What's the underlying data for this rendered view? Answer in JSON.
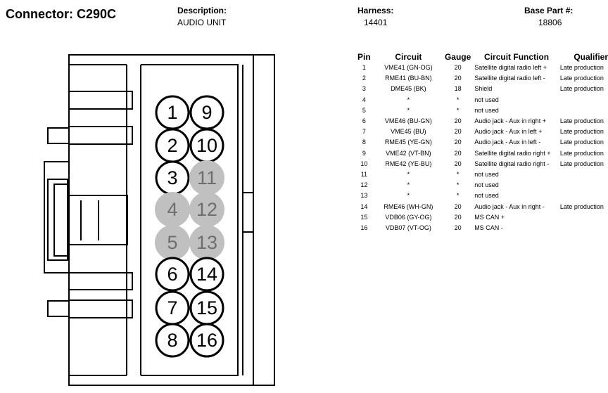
{
  "header": {
    "title": "Connector: C290C",
    "description_label": "Description:",
    "description_value": "AUDIO UNIT",
    "harness_label": "Harness:",
    "harness_value": "14401",
    "base_part_label": "Base Part #:",
    "base_part_value": "18806"
  },
  "table": {
    "columns": [
      "Pin",
      "Circuit",
      "Gauge",
      "Circuit Function",
      "Qualifier"
    ],
    "rows": [
      {
        "pin": "1",
        "circuit": "VME41 (GN-OG)",
        "gauge": "20",
        "function": "Satellite digital radio left +",
        "qualifier": "Late production"
      },
      {
        "pin": "2",
        "circuit": "RME41 (BU-BN)",
        "gauge": "20",
        "function": "Satellite digital radio left -",
        "qualifier": "Late production"
      },
      {
        "pin": "3",
        "circuit": "DME45 (BK)",
        "gauge": "18",
        "function": "Shield",
        "qualifier": "Late production"
      },
      {
        "pin": "4",
        "circuit": "*",
        "gauge": "*",
        "function": "not used",
        "qualifier": ""
      },
      {
        "pin": "5",
        "circuit": "*",
        "gauge": "*",
        "function": "not used",
        "qualifier": ""
      },
      {
        "pin": "6",
        "circuit": "VME46 (BU-GN)",
        "gauge": "20",
        "function": "Audio jack - Aux in right +",
        "qualifier": "Late production"
      },
      {
        "pin": "7",
        "circuit": "VME45 (BU)",
        "gauge": "20",
        "function": "Audio jack - Aux in left +",
        "qualifier": "Late production"
      },
      {
        "pin": "8",
        "circuit": "RME45 (YE-GN)",
        "gauge": "20",
        "function": "Audio jack - Aux in left -",
        "qualifier": "Late production"
      },
      {
        "pin": "9",
        "circuit": "VME42 (VT-BN)",
        "gauge": "20",
        "function": "Satellite digital radio right +",
        "qualifier": "Late production"
      },
      {
        "pin": "10",
        "circuit": "RME42 (YE-BU)",
        "gauge": "20",
        "function": "Satellite digital radio right -",
        "qualifier": "Late production"
      },
      {
        "pin": "11",
        "circuit": "*",
        "gauge": "*",
        "function": "not used",
        "qualifier": ""
      },
      {
        "pin": "12",
        "circuit": "*",
        "gauge": "*",
        "function": "not used",
        "qualifier": ""
      },
      {
        "pin": "13",
        "circuit": "*",
        "gauge": "*",
        "function": "not used",
        "qualifier": ""
      },
      {
        "pin": "14",
        "circuit": "RME46 (WH-GN)",
        "gauge": "20",
        "function": "Audio jack - Aux in right -",
        "qualifier": "Late production"
      },
      {
        "pin": "15",
        "circuit": "VDB06 (GY-OG)",
        "gauge": "20",
        "function": "MS CAN +",
        "qualifier": ""
      },
      {
        "pin": "16",
        "circuit": "VDB07 (VT-OG)",
        "gauge": "20",
        "function": "MS CAN -",
        "qualifier": ""
      }
    ]
  },
  "connector": {
    "colors": {
      "used": "#ffffff",
      "unused": "#c0c0c0",
      "unused_text": "#6e6e6e",
      "outline": "#000000"
    },
    "left_pins": [
      {
        "label": "1",
        "used": true
      },
      {
        "label": "2",
        "used": true
      },
      {
        "label": "3",
        "used": true
      },
      {
        "label": "4",
        "used": false
      },
      {
        "label": "5",
        "used": false
      },
      {
        "label": "6",
        "used": true
      },
      {
        "label": "7",
        "used": true
      },
      {
        "label": "8",
        "used": true
      }
    ],
    "right_pins": [
      {
        "label": "9",
        "used": true
      },
      {
        "label": "10",
        "used": true
      },
      {
        "label": "11",
        "used": false
      },
      {
        "label": "12",
        "used": false
      },
      {
        "label": "13",
        "used": false
      },
      {
        "label": "14",
        "used": true
      },
      {
        "label": "15",
        "used": true
      },
      {
        "label": "16",
        "used": true
      }
    ]
  }
}
